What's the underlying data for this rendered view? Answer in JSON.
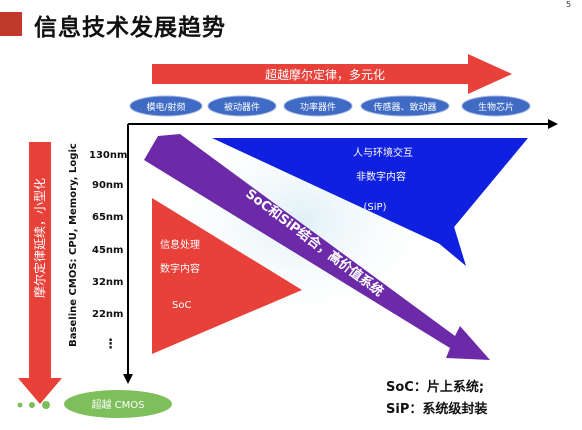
{
  "page_number": "5",
  "title": "信息技术发展趋势",
  "top_arrow_label": "超越摩尔定律，多元化",
  "categories": [
    "模电/射频",
    "被动器件",
    "功率器件",
    "传感器、致动器",
    "生物芯片"
  ],
  "left_arrow_label": "摩尔定律延续，小型化",
  "axis_label": "Baseline CMOS: CPU, Memory, Logic",
  "nodes": [
    "130nm",
    "90nm",
    "65nm",
    "45nm",
    "32nm",
    "22nm",
    "⋮"
  ],
  "blue_triangle": {
    "line1": "人与环境交互",
    "line2": "非数字内容",
    "line3": "(SiP)"
  },
  "red_triangle": {
    "line1": "信息处理",
    "line2": "数字内容",
    "line3": "SoC"
  },
  "diagonal_label": "SoC和SiP结合，高价值系统",
  "beyond_cmos": "超越 CMOS",
  "legend": {
    "soc": "SoC：片上系统;",
    "sip": "SiP：系统级封装"
  },
  "colors": {
    "red": "#e8413a",
    "blue": "#1020e0",
    "purple": "#6c2aa8",
    "pill_blue": "#3f6bc4",
    "green": "#7dbf5a",
    "title_red": "#c0392b"
  }
}
